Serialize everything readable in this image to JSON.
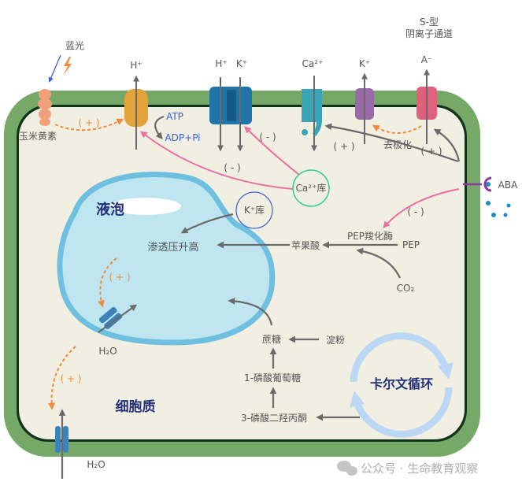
{
  "labels": {
    "blue_light": "蓝光",
    "zeaxanthin": "玉米黄素",
    "h_plus": "H⁺",
    "h_plus2": "H⁺",
    "k_plus": "K⁺",
    "ca": "Ca²⁺",
    "k_plus2": "K⁺",
    "anion": "A⁻",
    "s_type_1": "S-型",
    "s_type_2": "阴离子通道",
    "atp": "ATP",
    "adp": "ADP+Pi",
    "plus": "( + )",
    "minus": "( - )",
    "depolarize": "去极化",
    "ca_store": "Ca²⁺库",
    "k_store": "K⁺库",
    "aba": "ABA",
    "vacuole": "液泡",
    "osmotic": "渗透压升高",
    "malate": "苹果酸",
    "pepc": "PEP羧化酶",
    "pep": "PEP",
    "co2": "CO₂",
    "sucrose": "蔗糖",
    "starch": "淀粉",
    "g1p": "1-磷酸葡萄糖",
    "dhap": "3-磷酸二羟丙酮",
    "calvin": "卡尔文循环",
    "cytoplasm": "细胞质",
    "h2o": "H₂O"
  },
  "watermark": "公众号 · 生命教育观察",
  "colors": {
    "wall": "#76a868",
    "cytoplasm": "#f0efe2",
    "vacuole": "#bfe6f0",
    "vacuole_edge": "#6fbfe0",
    "pump": "#e3a23a",
    "hk": "#1f74a8",
    "ca_channel": "#3aa5b8",
    "k_channel": "#9a6aa8",
    "anion_channel": "#e0607e"
  }
}
